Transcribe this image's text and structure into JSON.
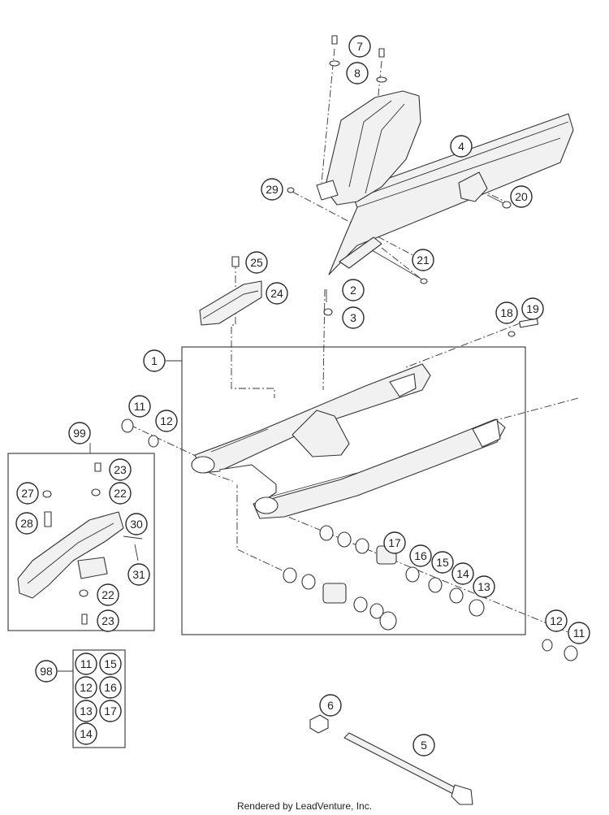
{
  "footer": {
    "text": "Rendered by LeadVenture, Inc."
  },
  "callouts": [
    {
      "id": "c7",
      "label": "7"
    },
    {
      "id": "c8",
      "label": "8"
    },
    {
      "id": "c4",
      "label": "4"
    },
    {
      "id": "c29",
      "label": "29"
    },
    {
      "id": "c20",
      "label": "20"
    },
    {
      "id": "c21",
      "label": "21"
    },
    {
      "id": "c25",
      "label": "25"
    },
    {
      "id": "c24",
      "label": "24"
    },
    {
      "id": "c2",
      "label": "2"
    },
    {
      "id": "c3",
      "label": "3"
    },
    {
      "id": "c18",
      "label": "18"
    },
    {
      "id": "c19",
      "label": "19"
    },
    {
      "id": "c1",
      "label": "1"
    },
    {
      "id": "c11a",
      "label": "11"
    },
    {
      "id": "c12a",
      "label": "12"
    },
    {
      "id": "c99",
      "label": "99"
    },
    {
      "id": "c23a",
      "label": "23"
    },
    {
      "id": "c27",
      "label": "27"
    },
    {
      "id": "c22a",
      "label": "22"
    },
    {
      "id": "c28",
      "label": "28"
    },
    {
      "id": "c30",
      "label": "30"
    },
    {
      "id": "c31",
      "label": "31"
    },
    {
      "id": "c22b",
      "label": "22"
    },
    {
      "id": "c23b",
      "label": "23"
    },
    {
      "id": "c17a",
      "label": "17"
    },
    {
      "id": "c16a",
      "label": "16"
    },
    {
      "id": "c15a",
      "label": "15"
    },
    {
      "id": "c14a",
      "label": "14"
    },
    {
      "id": "c13a",
      "label": "13"
    },
    {
      "id": "c12b",
      "label": "12"
    },
    {
      "id": "c11b",
      "label": "11"
    },
    {
      "id": "c98",
      "label": "98"
    },
    {
      "id": "k11",
      "label": "11"
    },
    {
      "id": "k15",
      "label": "15"
    },
    {
      "id": "k12",
      "label": "12"
    },
    {
      "id": "k16",
      "label": "16"
    },
    {
      "id": "k13",
      "label": "13"
    },
    {
      "id": "k17",
      "label": "17"
    },
    {
      "id": "k14",
      "label": "14"
    },
    {
      "id": "c6",
      "label": "6"
    },
    {
      "id": "c5",
      "label": "5"
    }
  ]
}
